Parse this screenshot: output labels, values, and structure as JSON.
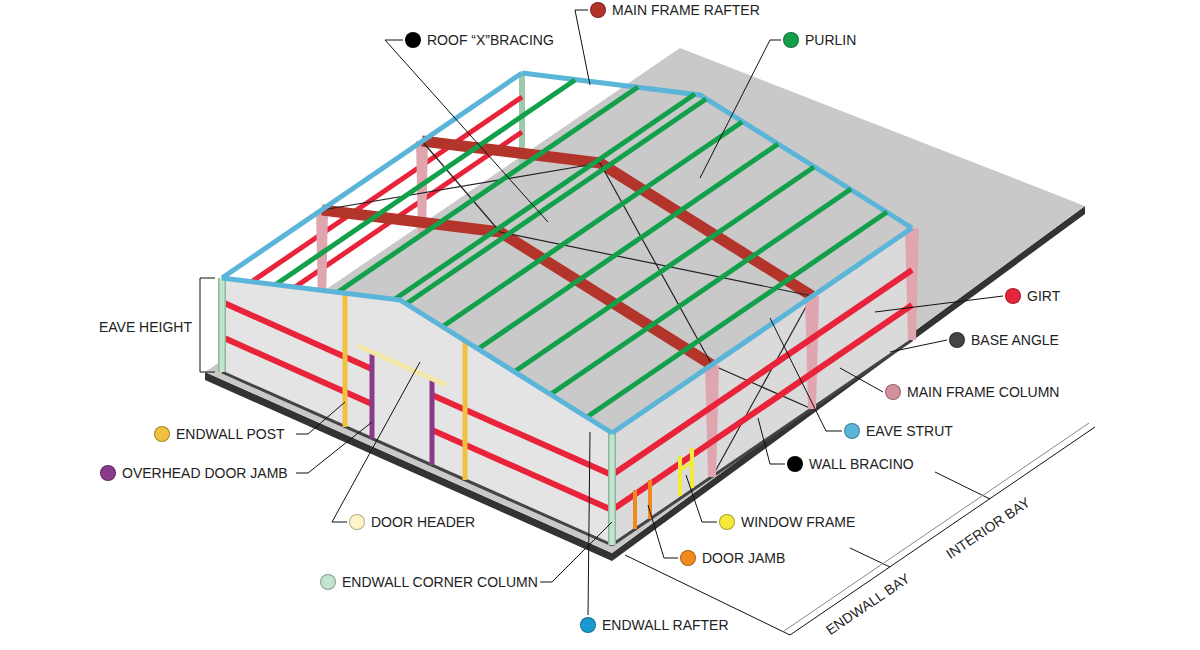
{
  "diagram": {
    "labels": [
      "EAVE HEIGHT",
      "ENDWALL BAY",
      "INTERIOR BAY"
    ],
    "legend": [
      {
        "text": "ROOF “X”BRACING",
        "color": "#000000"
      },
      {
        "text": "MAIN FRAME RAFTER",
        "color": "#b3342a"
      },
      {
        "text": "PURLIN",
        "color": "#13a04a"
      },
      {
        "text": "GIRT",
        "color": "#e8233a"
      },
      {
        "text": "BASE ANGLE",
        "color": "#444444"
      },
      {
        "text": "MAIN FRAME COLUMN",
        "color": "#d4909a"
      },
      {
        "text": "EAVE STRUT",
        "color": "#5ab5d8"
      },
      {
        "text": "WALL BRACINO",
        "color": "#000000"
      },
      {
        "text": "WINDOW FRAME",
        "color": "#f5ea3a"
      },
      {
        "text": "DOOR JAMB",
        "color": "#f08a1e"
      },
      {
        "text": "ENDWALL RAFTER",
        "color": "#1a9ad0"
      },
      {
        "text": "ENDWALL CORNER COLUMN",
        "color": "#c2e3cc"
      },
      {
        "text": "DOOR HEADER",
        "color": "#fff6c8"
      },
      {
        "text": "OVERHEAD DOOR JAMB",
        "color": "#8a3a8a"
      },
      {
        "text": "ENDWALL POST",
        "color": "#f2c040"
      }
    ]
  }
}
